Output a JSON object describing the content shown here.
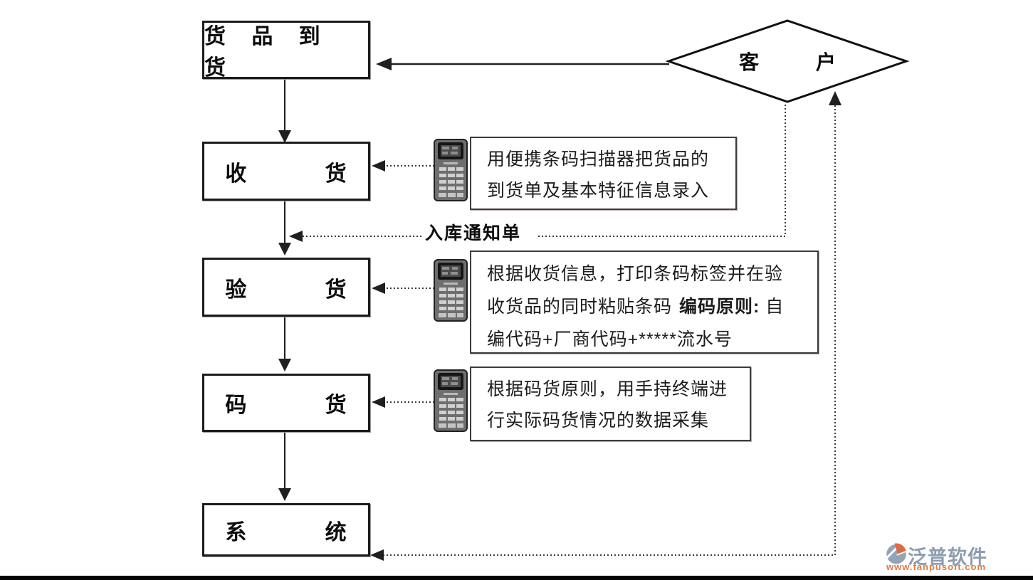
{
  "flow": {
    "boxes": [
      {
        "id": "goods-arrival",
        "label": "货 品 到 货"
      },
      {
        "id": "receiving",
        "label": "收 货"
      },
      {
        "id": "inspection",
        "label": "验 货"
      },
      {
        "id": "stacking",
        "label": "码 货"
      },
      {
        "id": "system",
        "label": "系 统"
      }
    ],
    "decision": {
      "id": "customer",
      "label": "客 户"
    },
    "edge_label": "入库通知单"
  },
  "annotations": [
    {
      "icon": "handheld-scanner-icon",
      "lines": [
        "用便携条码扫描器把货品的",
        "到货单及基本特征信息录入"
      ]
    },
    {
      "icon": "handheld-scanner-icon",
      "lines": [
        "根据收货信息，打印条码标签并在验"
      ],
      "line2": {
        "pre": "收货品的同时粘贴条码",
        "bold": "编码原则:",
        "post": " 自"
      },
      "line3": "编代码+厂商代码+*****流水号"
    },
    {
      "icon": "handheld-scanner-icon",
      "lines": [
        "根据码货原则，用手持终端进",
        "行实际码货情况的数据采集"
      ]
    }
  ],
  "watermark": {
    "brand": "泛普软件",
    "url": "www.fanpusoft.com",
    "brand_color": "#8d9db0",
    "url_color": "#e07a45",
    "logo_gray": "#94a3b6",
    "logo_orange": "#dd6b44"
  },
  "colors": {
    "line": "#1f1f1f",
    "dotted_line": "#3a3a3a",
    "box_border": "#1b1b1b",
    "bottom_bar": "#050505"
  }
}
